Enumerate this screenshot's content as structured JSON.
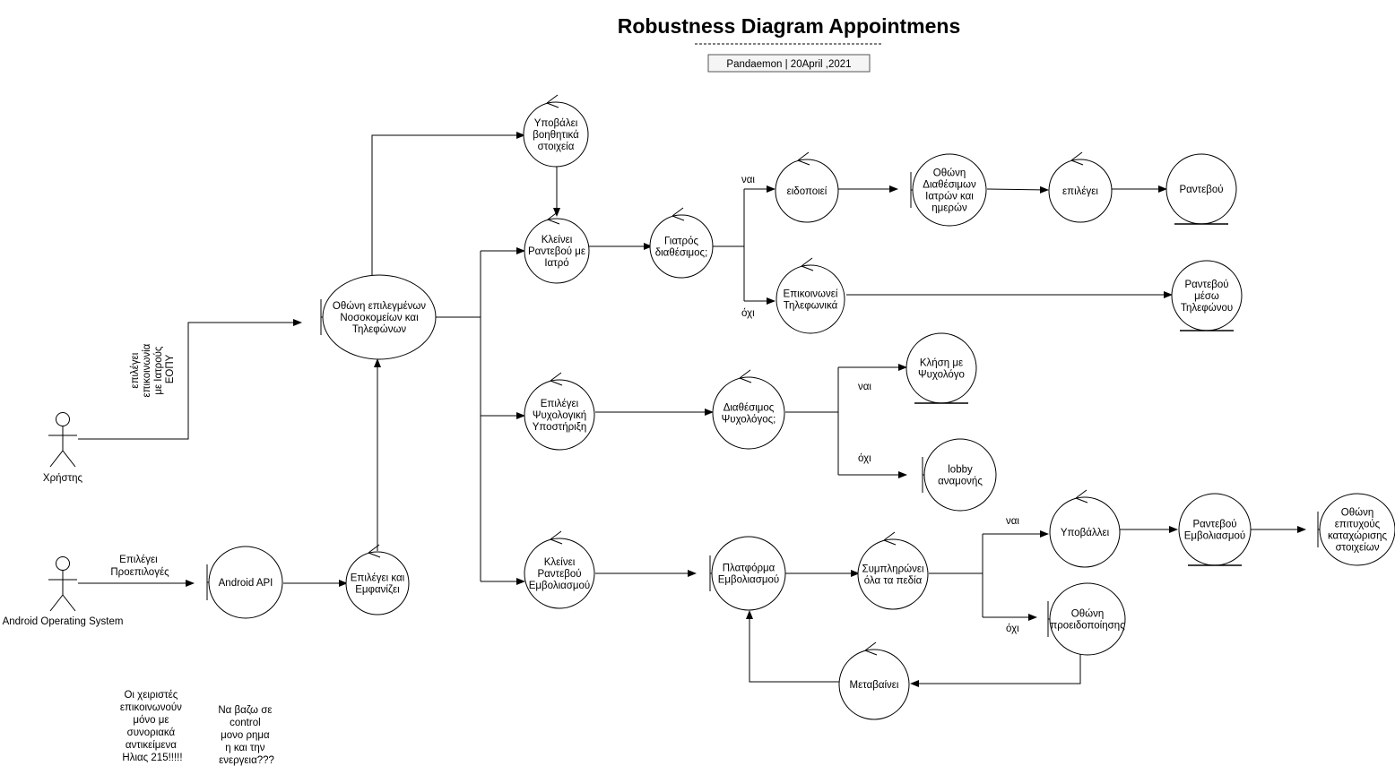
{
  "title": "Robustness Diagram Appointmens",
  "subtitle": "Pandaemon | 20April ,2021",
  "actors": [
    {
      "id": "user",
      "label": "Χρήστης"
    },
    {
      "id": "android_os",
      "label": "Android Operating System"
    }
  ],
  "boundaries": [
    {
      "id": "b_hosp",
      "lines": [
        "Οθώνη επιλεγμένων",
        "Νοσοκομείων και",
        "Τηλεφώνων"
      ]
    },
    {
      "id": "b_android",
      "lines": [
        "Android API"
      ]
    },
    {
      "id": "b_doctors",
      "lines": [
        "Οθώνη",
        "Διαθέσιμων",
        "Ιατρών και",
        "ημερών"
      ]
    },
    {
      "id": "b_lobby",
      "lines": [
        "lobby",
        "αναμονής"
      ]
    },
    {
      "id": "b_platform",
      "lines": [
        "Πλατφόρμα",
        "Εμβολιασμού"
      ]
    },
    {
      "id": "b_warning",
      "lines": [
        "Οθώνη",
        "προειδοποίησης"
      ]
    },
    {
      "id": "b_success",
      "lines": [
        "Οθώνη",
        "επιτυχούς",
        "καταχώρισης",
        "στοιχείων"
      ]
    }
  ],
  "controls": [
    {
      "id": "c_submit_aux",
      "lines": [
        "Υποβάλει",
        "βοηθητικά",
        "στοιχεία"
      ]
    },
    {
      "id": "c_book",
      "lines": [
        "Κλείνει",
        "Ραντεβού με",
        "Ιατρό"
      ]
    },
    {
      "id": "c_avail",
      "lines": [
        "Γιατρός",
        "διαθέσιμος;"
      ]
    },
    {
      "id": "c_notify",
      "lines": [
        "ειδοποιεί"
      ]
    },
    {
      "id": "c_select",
      "lines": [
        "επιλέγει"
      ]
    },
    {
      "id": "c_phone",
      "lines": [
        "Επικοινωνεί",
        "Τηλεφωνικά"
      ]
    },
    {
      "id": "c_psy",
      "lines": [
        "Επιλέγει",
        "Ψυχολογική",
        "Υποστήριξη"
      ]
    },
    {
      "id": "c_psy_avail",
      "lines": [
        "Διαθέσιμος",
        "Ψυχολόγος;"
      ]
    },
    {
      "id": "c_vax",
      "lines": [
        "Κλείνει",
        "Ραντεβού",
        "Εμβολιασμού"
      ]
    },
    {
      "id": "c_fill",
      "lines": [
        "Συμπληρώνει",
        "όλα τα πεδία"
      ]
    },
    {
      "id": "c_submit",
      "lines": [
        "Υποβάλλει"
      ]
    },
    {
      "id": "c_go",
      "lines": [
        "Μεταβαίνει"
      ]
    },
    {
      "id": "c_show",
      "lines": [
        "Επιλέγει και",
        "Εμφανίζει"
      ]
    }
  ],
  "entities": [
    {
      "id": "e_appt",
      "lines": [
        "Ραντεβού"
      ]
    },
    {
      "id": "e_appt_phone",
      "lines": [
        "Ραντεβού",
        "μέσω",
        "Τηλεφώνου"
      ]
    },
    {
      "id": "e_call_psy",
      "lines": [
        "Κλήση με",
        "Ψυχολόγο"
      ]
    },
    {
      "id": "e_vax_appt",
      "lines": [
        "Ραντεβού",
        "Εμβολιασμού"
      ]
    }
  ],
  "edge_labels": {
    "user_select": [
      "επιλέγει",
      "επικοινωνία",
      "με Ιατρούς",
      "ΕΟΠΥ"
    ],
    "os_select": [
      "Επιλέγει",
      "Προεπιλογές"
    ],
    "yes1": "ναι",
    "no1": "όχι",
    "yes2": "ναι",
    "no2": "όχι",
    "yes3": "ναι",
    "no3": "όχι"
  },
  "notes": {
    "operators": [
      "Οι χειριστές",
      "επικοινωνούν",
      "μόνο με",
      "συνοριακά",
      "αντικείμενα",
      "Ηλιας 215!!!!!"
    ],
    "control": [
      "Να βαζω σε",
      "control",
      "μονο ρημα",
      "η και την",
      "ενεργεια???"
    ]
  }
}
